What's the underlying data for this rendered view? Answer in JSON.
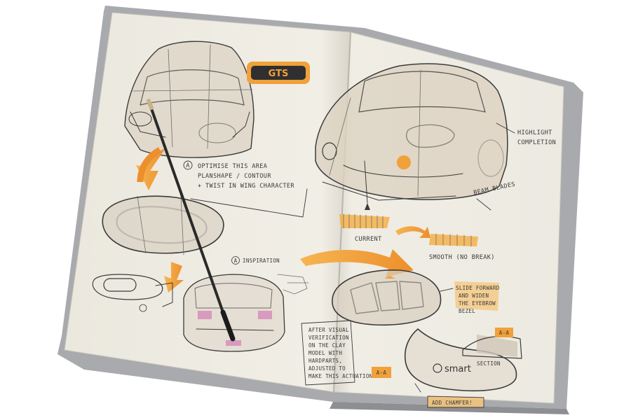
{
  "scene": {
    "left_page_notes": {
      "badge": "GTS",
      "optimise": [
        "OPTIMISE THIS AREA",
        "PLANSHAPE / CONTOUR",
        "+ TWIST IN WING CHARACTER"
      ],
      "marker_a": "A",
      "small_label": "INSPIRATION"
    },
    "right_page_notes": {
      "highlight": [
        "HIGHLIGHT",
        "COMPLETION"
      ],
      "beam": "BEAM BLADES",
      "current": "CURRENT",
      "smooth": "SMOOTH (NO BREAK)",
      "slide": [
        "SLIDE FORWARD",
        "AND WIDEN",
        "THE EYEBROW",
        "BEZEL"
      ],
      "after": [
        "AFTER VISUAL",
        "VERIFICATION",
        "ON THE CLAY",
        "MODEL WITH",
        "HARDPARTS,",
        "ADJUSTED TO",
        "MAKE THIS ACTUATION"
      ],
      "tag_a1": "A-A",
      "tag_a2": "A-A",
      "section": "SECTION",
      "logo": "smart",
      "add_chamfer": "ADD CHAMFER!"
    },
    "colors": {
      "paper": "#efece3",
      "accent_orange": "#f0a13a",
      "ink": "#3b3b3b",
      "cover": "#a7a9ad"
    }
  }
}
